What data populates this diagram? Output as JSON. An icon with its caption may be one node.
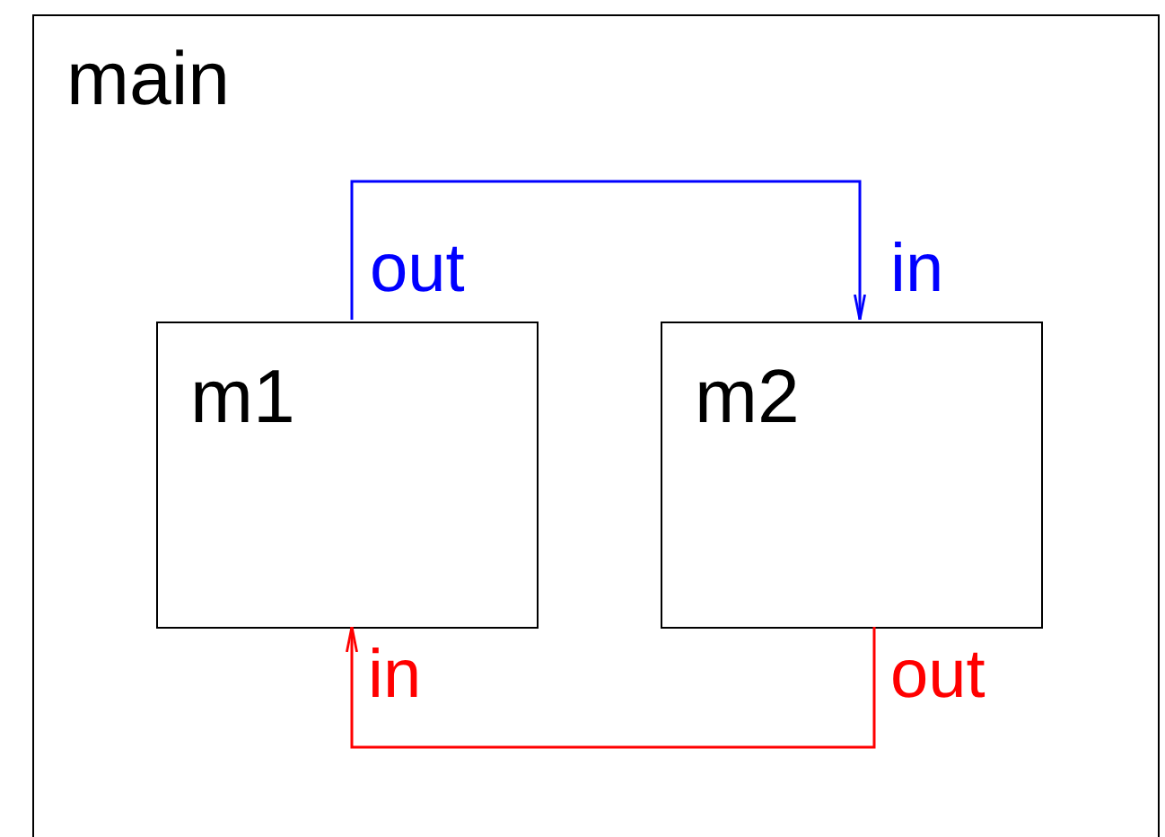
{
  "diagram": {
    "nodes": [
      {
        "text": [
          "main"
        ]
      },
      {
        "text": [
          "m1"
        ],
        "in": 0
      },
      {
        "text": [
          "m2"
        ],
        "in": 0
      }
    ],
    "edges": [
      {
        "from": 1,
        "to": 2,
        "arrow": "to",
        "color": "#0000ff"
      },
      {
        "from": 2,
        "to": 1,
        "arrow": "to",
        "color": "#ff0000"
      }
    ],
    "labels": [
      "out",
      "in",
      "in",
      "out"
    ]
  }
}
